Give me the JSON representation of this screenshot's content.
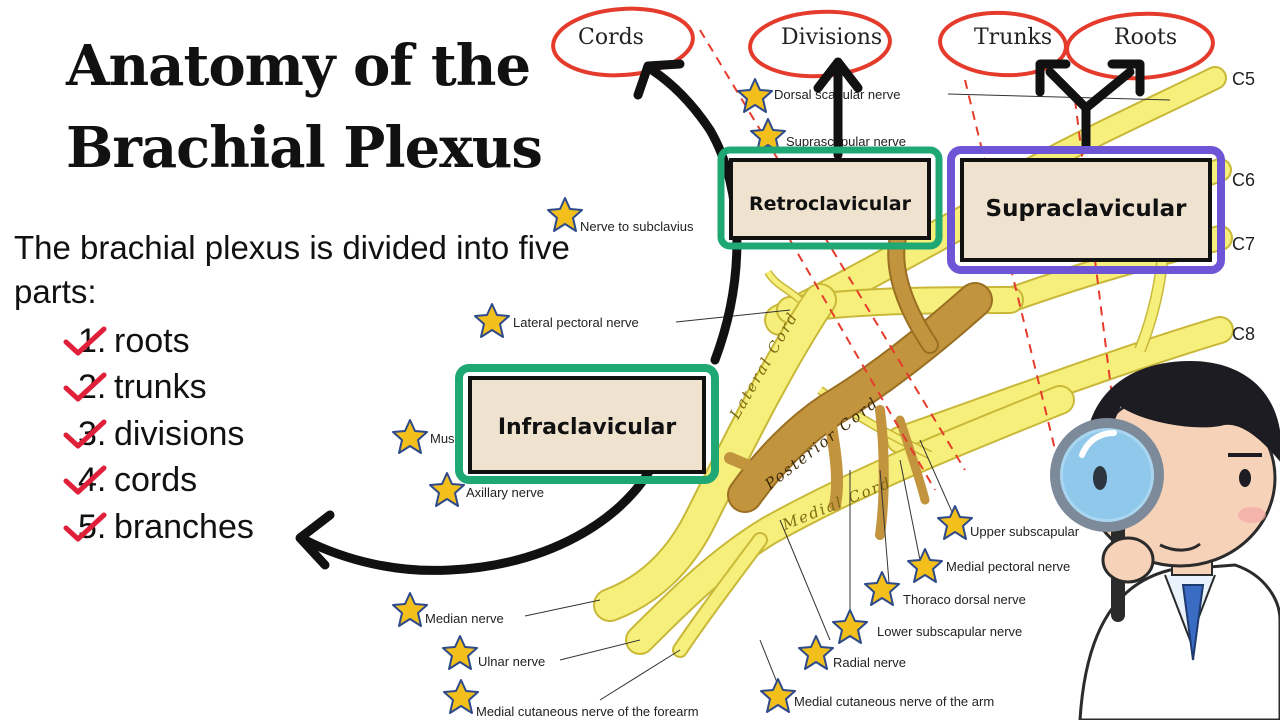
{
  "title": {
    "line1": "Anatomy of the",
    "line2": "Brachial Plexus"
  },
  "intro": "The brachial plexus is divided into five parts:",
  "parts": [
    {
      "num": "1.",
      "label": "roots"
    },
    {
      "num": "2.",
      "label": "trunks"
    },
    {
      "num": "3.",
      "label": "divisions"
    },
    {
      "num": "4.",
      "label": "cords"
    },
    {
      "num": "5.",
      "label": "branches"
    }
  ],
  "headers": {
    "cords": "Cords",
    "divisions": "Divisions",
    "trunks": "Trunks",
    "roots": "Roots"
  },
  "regions": {
    "retro": "Retroclavicular",
    "supra": "Supraclavicular",
    "infra": "Infraclavicular"
  },
  "roots": {
    "c5": "C5",
    "c6": "C6",
    "c7": "C7",
    "c8": "C8"
  },
  "cord_labels": {
    "lateral": "Lateral Cord",
    "posterior": "Posterior Cord",
    "medial": "Medial Cord"
  },
  "nerves": {
    "dorsal_scapular": "Dorsal scapular nerve",
    "suprascapular": "Suprascapular nerve",
    "subclavius": "Nerve to subclavius",
    "lateral_pectoral": "Lateral pectoral nerve",
    "musculocutaneous": "Mus",
    "axillary": "Axillary nerve",
    "upper_subscapular": "Upper subscapular",
    "medial_pectoral": "Medial pectoral nerve",
    "thoracodorsal": "Thoraco dorsal nerve",
    "lower_subscapular": "Lower subscapular nerve",
    "radial": "Radial nerve",
    "median": "Median nerve",
    "ulnar": "Ulnar nerve",
    "mc_forearm": "Medial cutaneous nerve of the forearm",
    "mc_arm": "Medial cutaneous nerve of the arm"
  },
  "colors": {
    "nerve_yellow": "#f6ef7c",
    "nerve_outline": "#c9b838",
    "posterior_brown": "#c2943e",
    "header_circle": "#e53b2c",
    "region_green": "#1fa774",
    "region_purple": "#6e55d6",
    "region_fill": "#efe2cf",
    "star_fill": "#f3c01b",
    "star_outline": "#2e4a8a",
    "check_red": "#e0203a",
    "boundary_red": "#e53b2c"
  }
}
